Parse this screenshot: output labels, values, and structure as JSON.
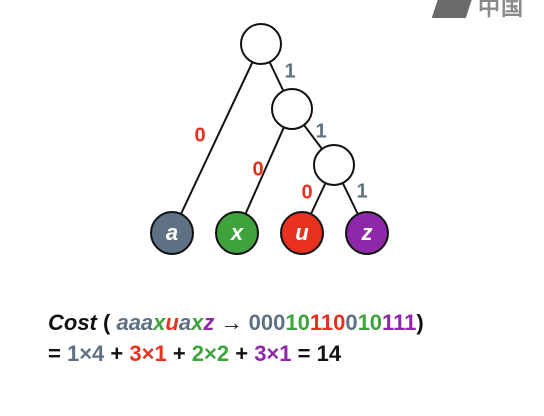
{
  "watermark": {
    "text": "中国大"
  },
  "tree": {
    "leaves": [
      {
        "id": "a",
        "label": "a",
        "color": "#5f7283"
      },
      {
        "id": "x",
        "label": "x",
        "color": "#3ea33c"
      },
      {
        "id": "u",
        "label": "u",
        "color": "#e8321f"
      },
      {
        "id": "z",
        "label": "z",
        "color": "#8e27a8"
      }
    ],
    "edge_labels": {
      "root_left": "0",
      "root_right": "1",
      "n1_left": "0",
      "n1_right": "1",
      "n2_left": "0",
      "n2_right": "1"
    },
    "edge_label_colors": {
      "zero": "#e8321f",
      "one": "#5f7283"
    }
  },
  "cost": {
    "keyword": "Cost",
    "open": " ( ",
    "message": [
      {
        "text": "aaa",
        "color": "#5f7283"
      },
      {
        "text": "x",
        "color": "#3ea33c"
      },
      {
        "text": "u",
        "color": "#e8321f"
      },
      {
        "text": "a",
        "color": "#5f7283"
      },
      {
        "text": "x",
        "color": "#3ea33c"
      },
      {
        "text": "z",
        "color": "#8e27a8"
      }
    ],
    "arrow": " → ",
    "code": [
      {
        "text": "000",
        "color": "#5f7283"
      },
      {
        "text": "10",
        "color": "#3ea33c"
      },
      {
        "text": "110",
        "color": "#e8321f"
      },
      {
        "text": "0",
        "color": "#5f7283"
      },
      {
        "text": "10",
        "color": "#3ea33c"
      },
      {
        "text": "111",
        "color": "#8e27a8"
      }
    ],
    "close": ")",
    "equation": [
      {
        "text": "= ",
        "color": "#111111"
      },
      {
        "text": "1×4",
        "color": "#5f7283"
      },
      {
        "text": " + ",
        "color": "#111111"
      },
      {
        "text": "3×1",
        "color": "#e8321f"
      },
      {
        "text": " + ",
        "color": "#111111"
      },
      {
        "text": "2×2",
        "color": "#3ea33c"
      },
      {
        "text": " + ",
        "color": "#111111"
      },
      {
        "text": "3×1",
        "color": "#8e27a8"
      },
      {
        "text": " = 14",
        "color": "#111111"
      }
    ]
  }
}
